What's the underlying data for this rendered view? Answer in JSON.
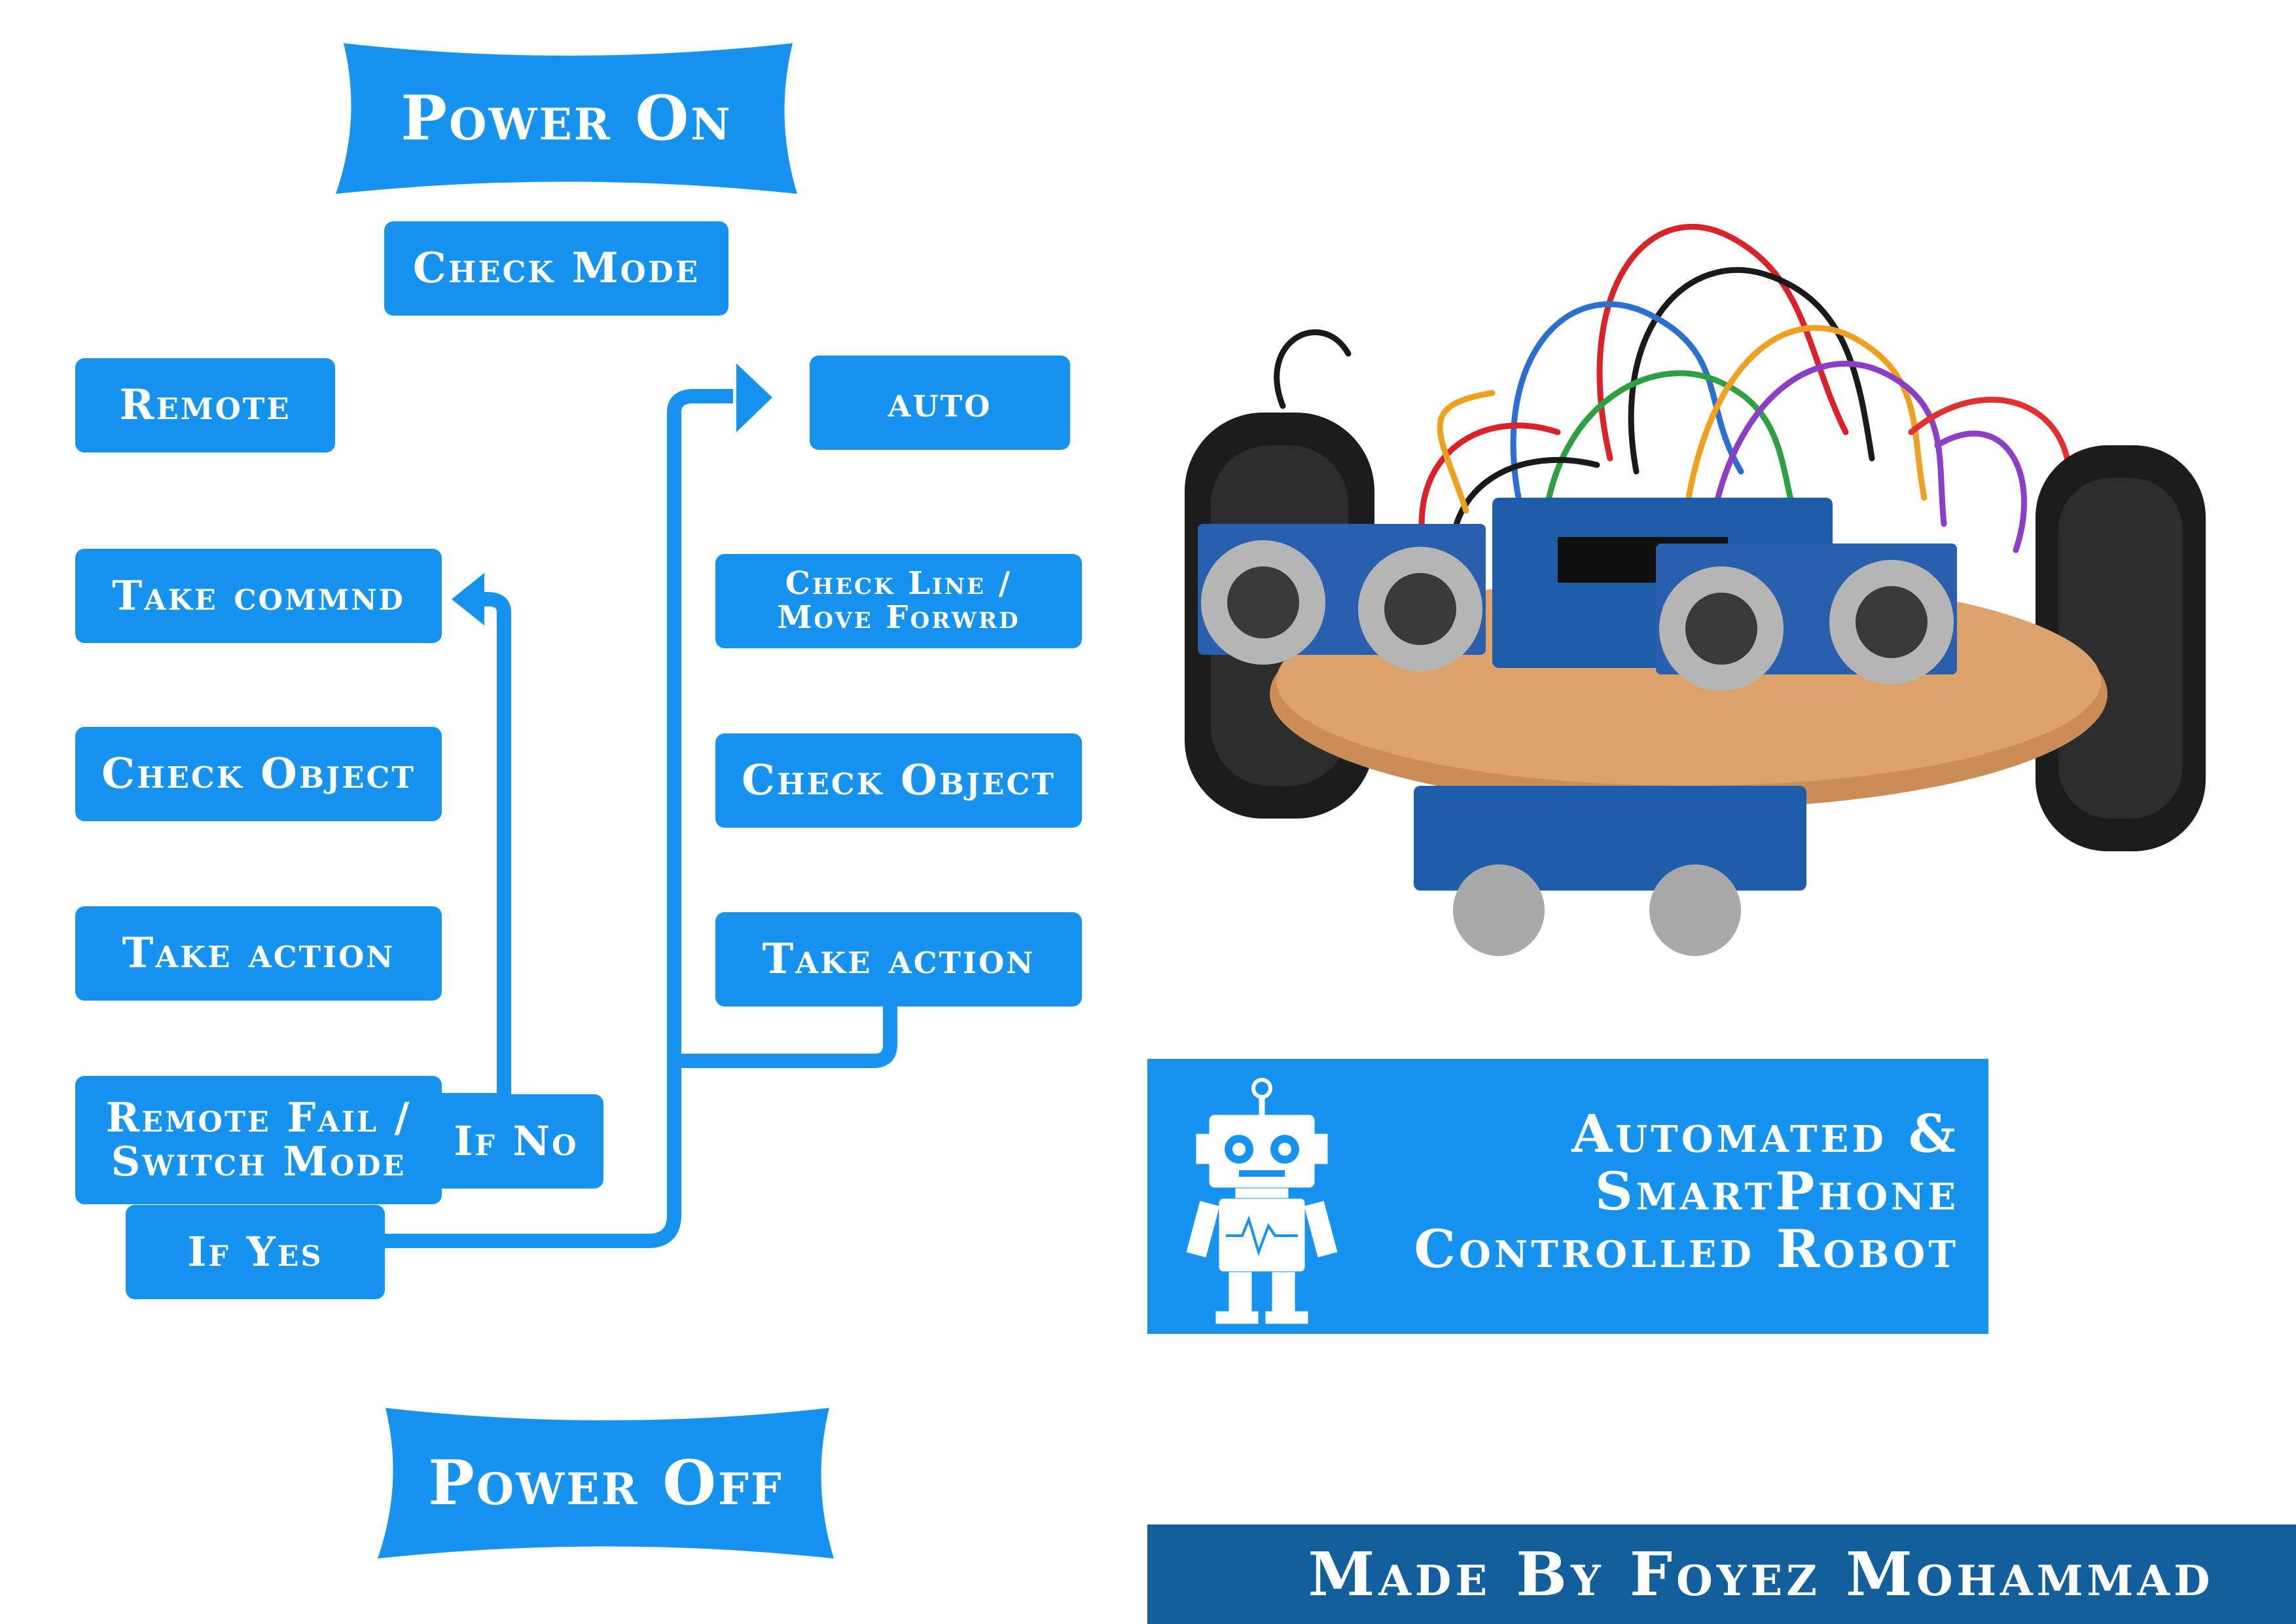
{
  "colors": {
    "accent": "#1593ee",
    "dark_accent": "#135f9e",
    "background": "#ffffff"
  },
  "flow": {
    "power_on": "Power On",
    "check_mode": "Check Mode",
    "remote": {
      "mode": "Remote",
      "take_command": "Take commnd",
      "check_object": "Check Object",
      "take_action": "Take action",
      "fail_line1": "Remote Fail /",
      "fail_line2": "Switch Mode",
      "if_no": "If No",
      "if_yes": "If Yes"
    },
    "auto": {
      "mode": "auto",
      "check_line_1": "Check Line /",
      "check_line_2": "Move Forwrd",
      "check_object": "Check Object",
      "take_action": "Take action"
    },
    "power_off": "Power Off"
  },
  "title_card": {
    "line1": "Automated &",
    "line2": "SmartPhone",
    "line3": "Controlled Robot",
    "icon": "robot-icon"
  },
  "credit": "Made By Foyez Mohammad",
  "photo": {
    "icon": "robot-car-photo"
  }
}
